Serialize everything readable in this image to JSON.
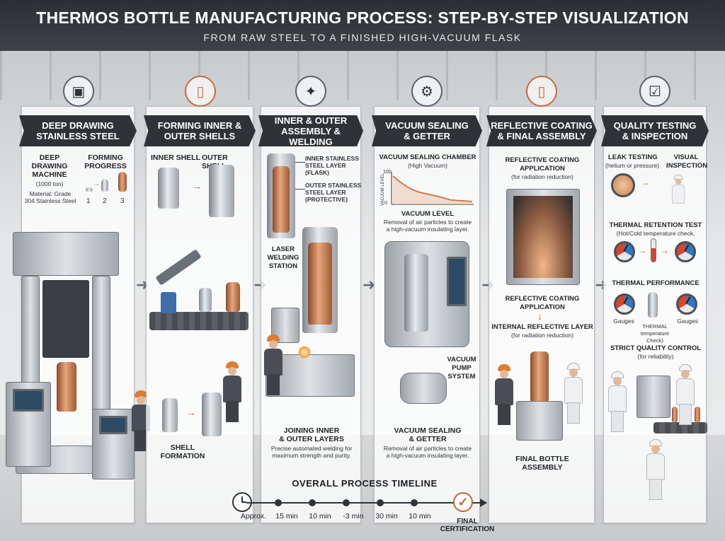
{
  "header": {
    "title": "THERMOS BOTTLE MANUFACTURING PROCESS: STEP-BY-STEP VISUALIZATION",
    "subtitle": "FROM RAW STEEL TO A FINISHED HIGH-VACUUM FLASK"
  },
  "stages": [
    {
      "heading": "DEEP DRAWING\nSTAINLESS STEEL",
      "icon": "press-icon",
      "machine_label": "DEEP\nDRAWING\nMACHINE",
      "machine_spec": "(1000 ton)",
      "material": "Material: Grade\n304 Stainless Steel",
      "progress_label": "FORMING\nPROGRESS",
      "progress_steps": [
        "1",
        "2",
        "3"
      ]
    },
    {
      "heading": "FORMING INNER &\nOUTER SHELLS",
      "icon": "shells-icon",
      "inner_label": "INNER SHELL",
      "outer_label": "OUTER SHELL",
      "bottom_label": "SHELL\nFORMATION"
    },
    {
      "heading": "INNER & OUTER\nASSEMBLY & WELDING",
      "icon": "welding-icon",
      "inner_layer": "INNER STAINLESS\nSTEEL LAYER\n(FLASK)",
      "outer_layer": "OUTER STAINLESS\nSTEEL LAYER\n(PROTECTIVE)",
      "station": "LASER\nWELDING\nSTATION",
      "bottom_title": "JOINING INNER\n& OUTER LAYERS",
      "bottom_desc": "Precise automated welding for\nmaximum strength and purity."
    },
    {
      "heading": "VACUUM SEALING\n& GETTER",
      "icon": "vacuum-gear-icon",
      "chamber": "VACUUM SEALING CHAMBER",
      "chamber_sub": "(High Vacuum)",
      "axis_label": "VACUUM LEVEL",
      "axis_max": "100",
      "axis_min": "0",
      "level_label": "VACUUM LEVEL",
      "level_desc": "Removal of air particles to create\na high-vacuum insulating layer.",
      "pump": "VACUUM\nPUMP\nSYSTEM",
      "bottom_title": "VACUUM SEALING\n& GETTER",
      "bottom_desc": "Removal of air particles to create\na high-vacuum insulating layer."
    },
    {
      "heading": "REFLECTIVE COATING\n& FINAL ASSEMBLY",
      "icon": "bottle-icon",
      "coating_title": "REFLECTIVE COATING\nAPPLICATION",
      "coating_sub": "(for radiation reduction)",
      "application": "REFLECTIVE COATING\nAPPLICATION",
      "layer_title": "INTERNAL REFLECTIVE LAYER",
      "layer_sub": "(for radiation reduction)",
      "final": "FINAL BOTTLE\nASSEMBLY"
    },
    {
      "heading": "QUALITY TESTING\n& INSPECTION",
      "icon": "clipboard-check-icon",
      "leak": "LEAK TESTING",
      "leak_sub": "(helium or pressure)",
      "visual": "VISUAL\nINSPECTION",
      "retention": "THERMAL RETENTION TEST",
      "retention_sub": "(Hot/Cold temperature check,",
      "performance": "THERMAL PERFORMANCE",
      "gauges_l": "Gauges",
      "gauges_r": "Gauges",
      "thermal": "THERMAL\ntemperature Check)",
      "qc": "STRICT QUALITY CONTROL",
      "qc_sub": "(for reliability)"
    }
  ],
  "timeline": {
    "title": "OVERALL PROCESS TIMELINE",
    "points": [
      "Approx.",
      "15 min",
      "10 min",
      "-3 min",
      "30 min",
      "10 min"
    ],
    "final": "FINAL\nCERTIFICATION"
  },
  "colors": {
    "accent": "#c8652f",
    "dark": "#2f3338",
    "copper": "#c8834f"
  }
}
